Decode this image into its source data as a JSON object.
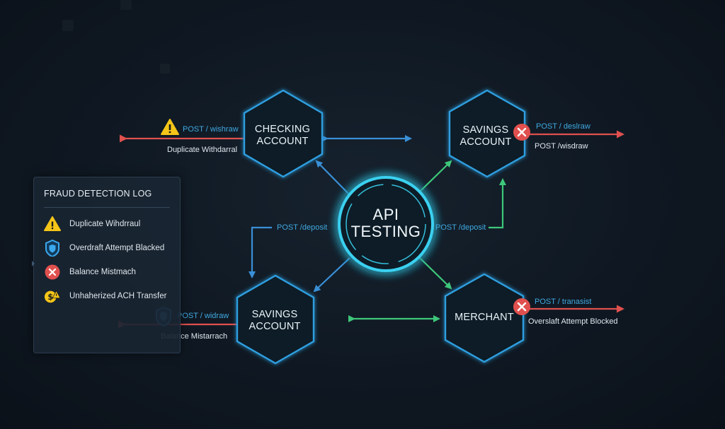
{
  "hub": {
    "line1": "API",
    "line2": "TESTING"
  },
  "nodes": {
    "checking_account": {
      "line1": "CHECKING",
      "line2": "ACCOUNT"
    },
    "savings_account_top": {
      "line1": "SAVINGS",
      "line2": "ACCOUNT"
    },
    "savings_account_bottom": {
      "line1": "SAVINGS",
      "line2": "ACCOUNT"
    },
    "merchant": {
      "line1": "MERCHANT"
    }
  },
  "edges": {
    "checking_endpoint": "POST / wishraw",
    "checking_note": "Duplicate Withdarral",
    "savings_top_endpoint": "POST / deslraw",
    "savings_top_note": "POST /wisdraw",
    "hub_left_endpoint": "POST /deposit",
    "hub_right_endpoint": "POST /deposit",
    "savings_bottom_endpoint": "POST / widraw",
    "savings_bottom_note": "Balance Mistarrach",
    "merchant_endpoint": "POST / tranasist",
    "merchant_note": "Overslaft Attempt Blocked"
  },
  "fraud_log": {
    "title": "FRAUD DETECTION LOG",
    "items": [
      {
        "icon": "warning-icon",
        "text": "Duplicate Wihdrraul"
      },
      {
        "icon": "shield-icon",
        "text": "Overdraft Attempt Blacked"
      },
      {
        "icon": "error-x-icon",
        "text": "Balance Mistmach"
      },
      {
        "icon": "money-warning-icon",
        "text": "Unhaherized ACH Transfer"
      }
    ]
  },
  "colors": {
    "background": "#0f1822",
    "hex_stroke": "#2f9fe0",
    "hub_stroke": "#3ad0f0",
    "arrow_blue": "#3a8fd6",
    "arrow_green": "#3ec77a",
    "arrow_red": "#e0504e",
    "warning_yellow": "#f5c518",
    "error_red": "#e0504e",
    "endpoint_blue": "#3fa9e0"
  }
}
